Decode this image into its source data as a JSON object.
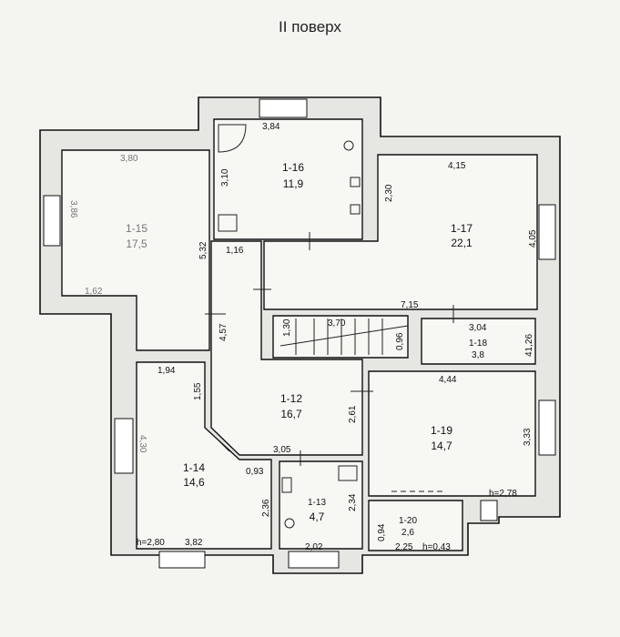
{
  "title": "II поверх",
  "rooms": {
    "r16": {
      "id": "1-16",
      "area": "11,9"
    },
    "r15": {
      "id": "1-15",
      "area": "17,5"
    },
    "r17": {
      "id": "1-17",
      "area": "22,1"
    },
    "r18": {
      "id": "1-18",
      "area": "3,8"
    },
    "r12": {
      "id": "1-12",
      "area": "16,7"
    },
    "r19": {
      "id": "1-19",
      "area": "14,7"
    },
    "r14": {
      "id": "1-14",
      "area": "14,6"
    },
    "r13": {
      "id": "1-13",
      "area": "4,7"
    },
    "r20": {
      "id": "1-20",
      "area": "2,6"
    }
  },
  "dims": {
    "d384": "3,84",
    "d310": "3,10",
    "d230": "2,30",
    "d380": "3,80",
    "d386": "3,86",
    "d532": "5,32",
    "d116": "1,16",
    "d415": "4,15",
    "d405": "4,05",
    "d162": "1,62",
    "d715": "7,15",
    "d130": "1,30",
    "d370": "3,70",
    "d096": "0,96",
    "d304": "3,04",
    "d4126": "41,26",
    "d457": "4,57",
    "d194": "1,94",
    "d155": "1,55",
    "d444": "4,44",
    "d261": "2,61",
    "d333": "3,33",
    "d305": "3,05",
    "d093": "0,93",
    "d236": "2,36",
    "d234": "2,34",
    "d430": "4,30",
    "d202": "2,02",
    "d382": "3,82",
    "d094": "0,94",
    "d225": "2,25"
  },
  "heights": {
    "h280": "h=2,80",
    "h278": "h=2,78",
    "h043": "h=0,43"
  }
}
